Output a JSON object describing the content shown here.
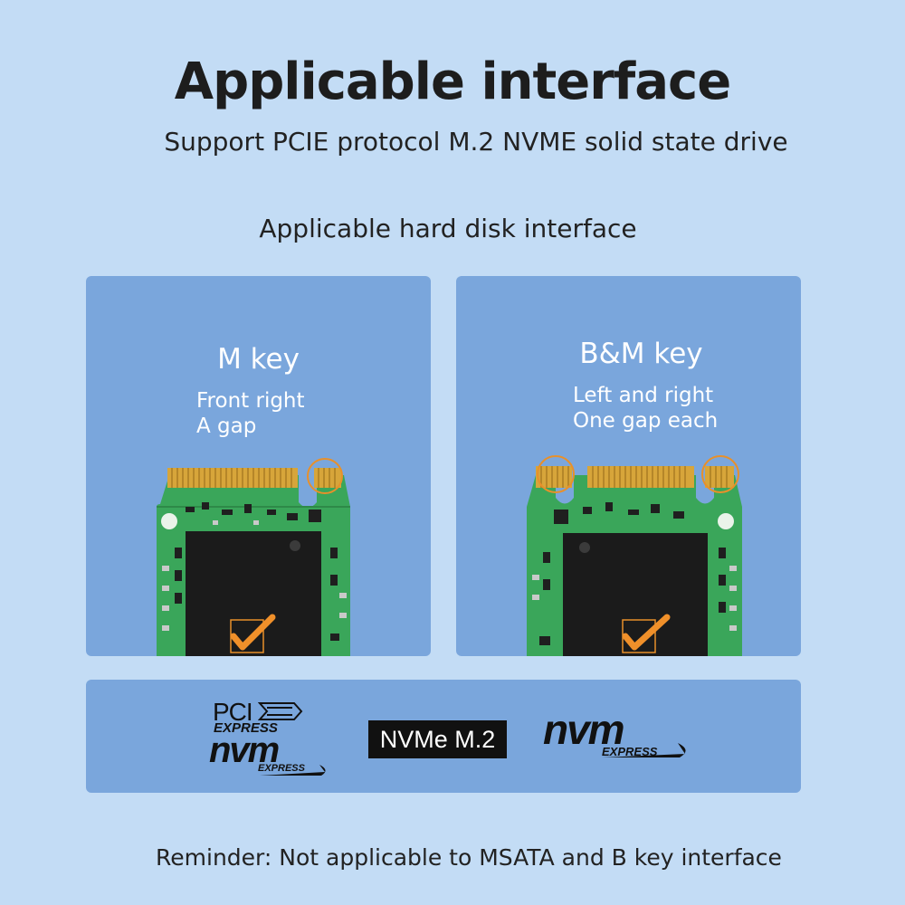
{
  "header": {
    "title": "Applicable interface",
    "subtitle": "Support PCIE protocol M.2 NVME solid state drive"
  },
  "section": {
    "label": "Applicable hard disk interface"
  },
  "cards": [
    {
      "title": "M key",
      "lines": [
        "Front right",
        "A gap"
      ],
      "status_icon": "checkmark-icon"
    },
    {
      "title": "B&M key",
      "lines": [
        "Left and right",
        "One gap each"
      ],
      "status_icon": "checkmark-icon"
    }
  ],
  "logos": {
    "pci_line1": "PCI",
    "pci_line2": "EXPRESS",
    "nvm_word": "nvm",
    "nvm_express": "EXPRESS",
    "nvme_m2": "NVMe M.2"
  },
  "footer": {
    "reminder": "Reminder: Not applicable to MSATA and B key interface"
  },
  "colors": {
    "background": "#c3dcf5",
    "card": "#7aa6dc",
    "pcb": "#3aa65a",
    "gold_pins": "#d7a53a",
    "highlight": "#e8902a",
    "chip": "#1b1b1b"
  }
}
